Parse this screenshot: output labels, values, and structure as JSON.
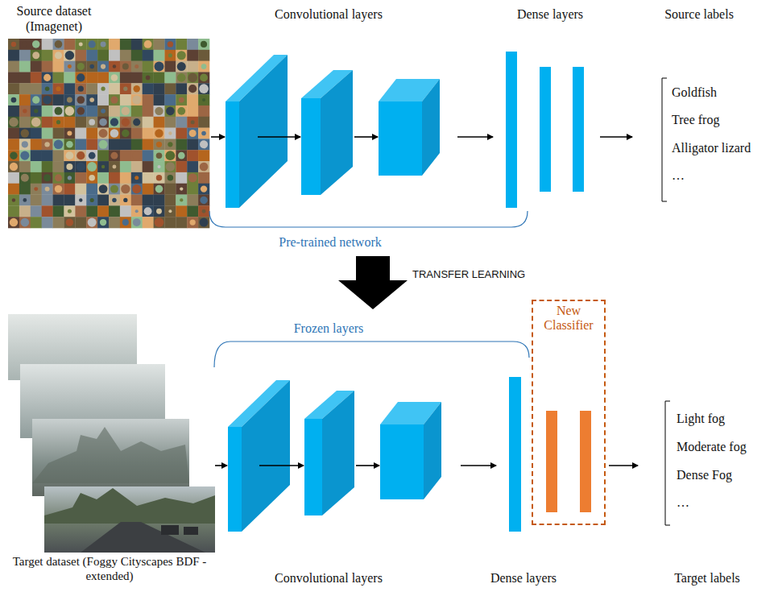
{
  "diagram": {
    "nodes": [
      {
        "text": [
          "New Classifier"
        ]
      }
    ],
    "labels": [
      "Source dataset (Imagenet)",
      "Convolutional layers",
      "Dense layers",
      "Source labels",
      "Goldfish",
      "Tree frog",
      "Alligator lizard",
      "…",
      "Pre-trained network",
      "TRANSFER LEARNING",
      "Frozen layers",
      "Light fog",
      "Moderate fog",
      "Dense Fog",
      "…",
      "Target dataset (Foggy Cityscapes BDF - extended)",
      "Convolutional layers",
      "Dense layers",
      "Target labels"
    ]
  }
}
